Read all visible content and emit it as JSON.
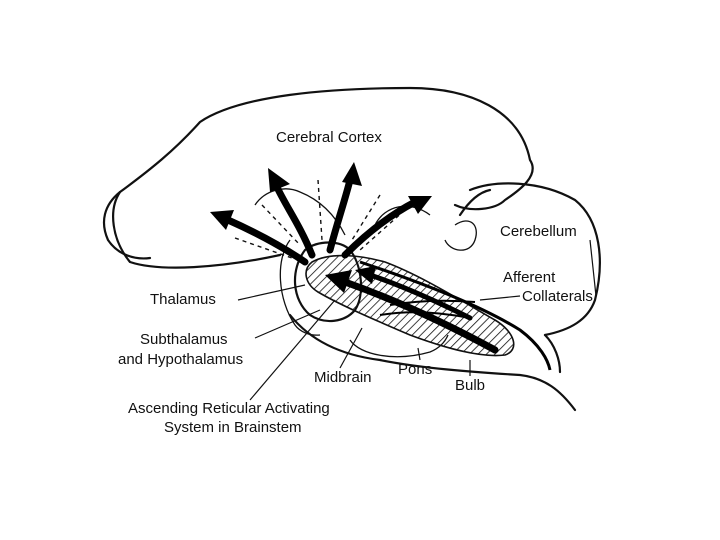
{
  "labels": {
    "cerebral_cortex": "Cerebral Cortex",
    "cerebellum": "Cerebellum",
    "afferent": "Afferent",
    "collaterals": "Collaterals",
    "thalamus": "Thalamus",
    "subthalamus": "Subthalamus",
    "and_hypothalamus": "and Hypothalamus",
    "midbrain": "Midbrain",
    "pons": "Pons",
    "bulb": "Bulb",
    "ascending_line1": "Ascending Reticular Activating",
    "ascending_line2": "System in Brainstem"
  }
}
